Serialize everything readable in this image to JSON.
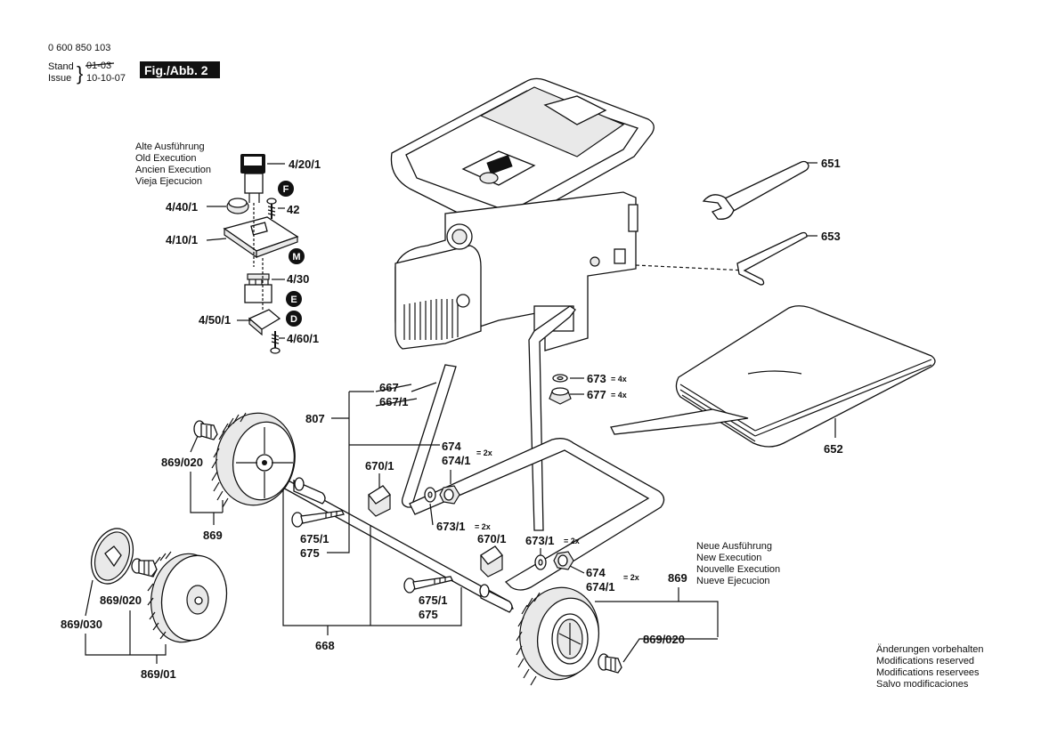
{
  "header": {
    "doc_number": "0 600 850 103",
    "stand_label": "Stand",
    "issue_label": "Issue",
    "stand_value": "01-03",
    "issue_value": "10-10-07",
    "fig_label": "Fig./Abb. 2"
  },
  "old_execution": [
    "Alte Ausführung",
    "Old Execution",
    "Ancien Execution",
    "Vieja Ejecucion"
  ],
  "new_execution": [
    "Neue Ausführung",
    "New Execution",
    "Nouvelle Execution",
    "Nueve Ejecucion"
  ],
  "modifications": [
    "Änderungen vorbehalten",
    "Modifications reserved",
    "Modifications reservees",
    "Salvo modificaciones"
  ],
  "badges": [
    "F",
    "M",
    "E",
    "D"
  ],
  "labels": {
    "p4_20_1": "4/20/1",
    "p4_40_1": "4/40/1",
    "p42": "42",
    "p4_10_1": "4/10/1",
    "p4_30": "4/30",
    "p4_50_1": "4/50/1",
    "p4_60_1": "4/60/1",
    "p651": "651",
    "p653": "653",
    "p652": "652",
    "p673": "673",
    "p673_qty": "= 4x",
    "p677": "677",
    "p677_qty": "= 4x",
    "p667": "667",
    "p667_1": "667/1",
    "p807": "807",
    "p674a": "674",
    "p674_1a": "674/1",
    "qty_2x_a": "= 2x",
    "p670_1a": "670/1",
    "p673_1a": "673/1",
    "qty_2x_b": "= 2x",
    "p670_1b": "670/1",
    "p673_1b": "673/1",
    "qty_2x_c": "= 2x",
    "p674b": "674",
    "p674_1b": "674/1",
    "qty_2x_d": "= 2x",
    "p869_020a": "869/020",
    "p869a": "869",
    "p675_1a": "675/1",
    "p675a": "675",
    "p869_020b": "869/020",
    "p869_030": "869/030",
    "p869_01": "869/01",
    "p675_1b": "675/1",
    "p675b": "675",
    "p668": "668",
    "p869b": "869",
    "p869_020c": "869/020"
  }
}
